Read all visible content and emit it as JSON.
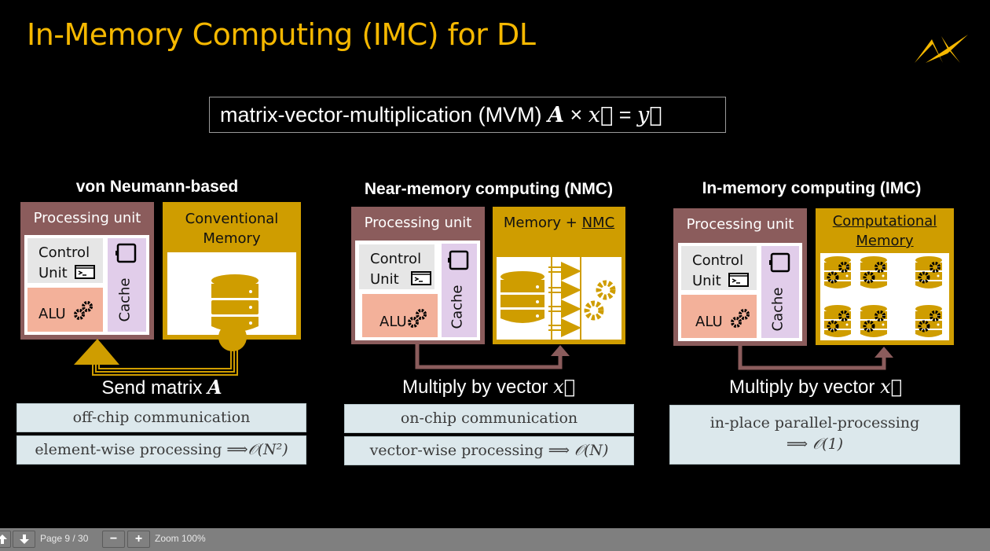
{
  "slide": {
    "title": "In-Memory Computing (IMC) for DL",
    "accent_color": "#f5b800",
    "logo": "ax-logo-icon",
    "mvm": {
      "text": "matrix-vector-multiplication (MVM) ",
      "A": "A",
      "times": " × ",
      "x": "x⃗",
      "eq": " = ",
      "y": "y⃗"
    },
    "sections": [
      {
        "title": "von Neumann-based",
        "processing_unit": {
          "title": "Processing unit",
          "control_unit": [
            "Control",
            "Unit"
          ],
          "alu": "ALU",
          "cache": "Cache"
        },
        "memory": {
          "title_lines": [
            "Conventional",
            "Memory"
          ]
        },
        "caption": {
          "text": "Send matrix ",
          "symbol": "A"
        },
        "notes": [
          "off-chip communication",
          "element-wise processing ⟹",
          "𝒪(N²)"
        ]
      },
      {
        "title": "Near-memory computing (NMC)",
        "processing_unit": {
          "title": "Processing unit",
          "control_unit": [
            "Control",
            "Unit"
          ],
          "alu": "ALU",
          "cache": "Cache"
        },
        "memory": {
          "title_prefix": "Memory + ",
          "title_underlined": "NMC"
        },
        "caption": {
          "text": "Multiply by vector ",
          "symbol": "x⃗"
        },
        "notes": [
          "on-chip communication",
          "vector-wise processing ⟹ ",
          "𝒪(N)"
        ]
      },
      {
        "title": "In-memory computing (IMC)",
        "processing_unit": {
          "title": "Processing unit",
          "control_unit": [
            "Control",
            "Unit"
          ],
          "alu": "ALU",
          "cache": "Cache"
        },
        "memory": {
          "title_lines": [
            "Computational",
            "Memory"
          ]
        },
        "caption": {
          "text": "Multiply by vector ",
          "symbol": "x⃗"
        },
        "notes": [
          "in-place parallel-processing",
          "⟹ ",
          "𝒪(1)"
        ]
      }
    ],
    "colors": {
      "processing_unit": "#8b5c5c",
      "memory": "#cf9d00",
      "control_unit": "#e6e6e6",
      "alu": "#f3b19a",
      "cache": "#e1cdea",
      "note_bg": "#dce8ec"
    }
  },
  "viewer": {
    "prev_icon": "arrow-up-icon",
    "next_icon": "arrow-down-icon",
    "page_label": "Page 9 / 30",
    "zoom_out": "−",
    "zoom_in": "+",
    "zoom_label": "Zoom 100%"
  }
}
